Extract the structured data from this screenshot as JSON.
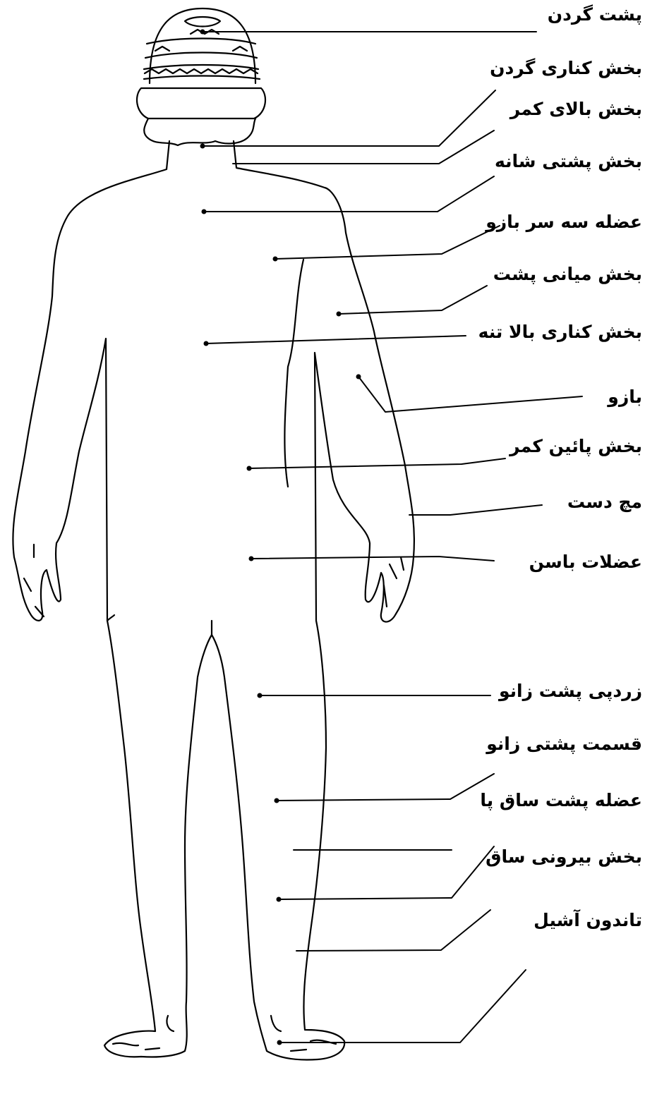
{
  "diagram": {
    "figure_name": "body-back-view",
    "labels": [
      "پشت گردن",
      "بخش کناری گردن",
      "بخش بالای کمر",
      "بخش پشتی شانه",
      "عضله سه سر بازو",
      "بخش میانی پشت",
      "بخش کناری بالا تنه",
      "بازو",
      "بخش پائین کمر",
      "مچ دست",
      "عضلات باسن",
      "زردپی پشت زانو",
      "قسمت پشتی زانو",
      "عضله پشت ساق پا",
      "بخش بیرونی ساق",
      "تاندون آشیل"
    ]
  },
  "colors": {
    "ink": "#000000",
    "paper": "#ffffff"
  }
}
